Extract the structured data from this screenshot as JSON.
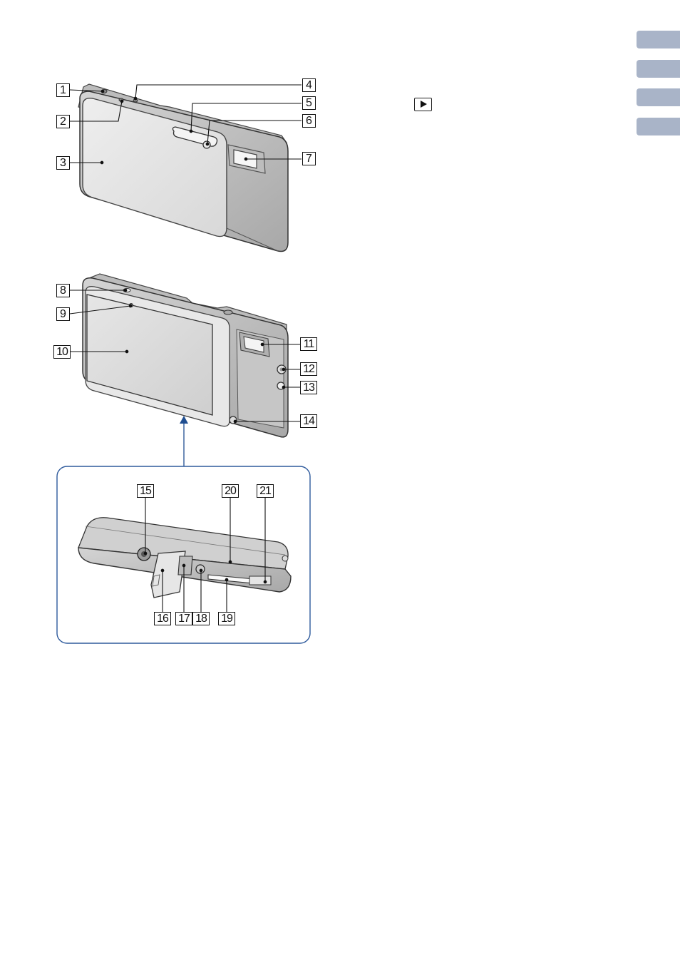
{
  "labels": {
    "n1": "1",
    "n2": "2",
    "n3": "3",
    "n4": "4",
    "n5": "5",
    "n6": "6",
    "n7": "7",
    "n8": "8",
    "n9": "9",
    "n10": "10",
    "n11": "11",
    "n12": "12",
    "n13": "13",
    "n14": "14",
    "n15": "15",
    "n16": "16",
    "n17": "17",
    "n18": "18",
    "n19": "19",
    "n20": "20",
    "n21": "21"
  },
  "icons": {
    "playback": "playback-icon",
    "index_tabs": "index-tab-shape"
  },
  "colors": {
    "tab": "#a9b4c8",
    "panel_border": "#2e5a9c",
    "pointer_arrow": "#1f4e91"
  }
}
